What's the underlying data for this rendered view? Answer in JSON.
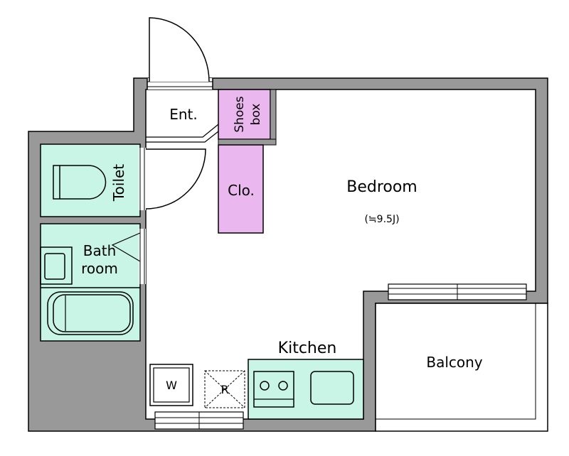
{
  "rooms": {
    "entrance": "Ent.",
    "shoes_box_line1": "Shoes",
    "shoes_box_line2": "box",
    "closet": "Clo.",
    "bedroom": "Bedroom",
    "bedroom_size": "(≒9.5J)",
    "toilet": "Toilet",
    "bath_line1": "Bath",
    "bath_line2": "room",
    "kitchen": "Kitchen",
    "balcony": "Balcony",
    "washer": "W",
    "fridge": "R"
  },
  "colors": {
    "wall": "#999999",
    "outline": "#000000",
    "floor": "#ffffff",
    "wet_area": "#c8f5e6",
    "storage": "#eab8ee"
  }
}
